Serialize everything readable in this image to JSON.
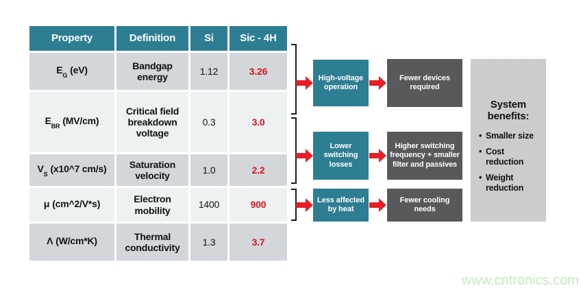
{
  "colors": {
    "teal": "#2e7e93",
    "dark_gray": "#59595b",
    "panel_gray": "#cbcccd",
    "row_gray": "#d3d6da",
    "row_light": "#eef1f1",
    "red_arrow": "#e6202a",
    "red_text": "#d6151c",
    "bracket": "#1a1a1a",
    "watermark": "#c8e7c2"
  },
  "table": {
    "headers": [
      "Property",
      "Definition",
      "Si",
      "Sic - 4H"
    ],
    "rows": [
      {
        "symbol": "E",
        "sub": "G",
        "unit": "(eV)",
        "definition": "Bandgap energy",
        "si": "1.12",
        "sic": "3.26"
      },
      {
        "symbol": "E",
        "sub": "BR",
        "unit": "(MV/cm)",
        "definition": "Critical field breakdown voltage",
        "si": "0.3",
        "sic": "3.0"
      },
      {
        "symbol": "V",
        "sub": "S",
        "unit": "(x10^7 cm/s)",
        "definition": "Saturation velocity",
        "si": "1.0",
        "sic": "2.2"
      },
      {
        "symbol": "μ",
        "sub": "",
        "unit": "(cm^2/V*s)",
        "definition": "Electron mobility",
        "si": "1400",
        "sic": "900"
      },
      {
        "symbol": "Λ",
        "sub": "",
        "unit": "(W/cm*K)",
        "definition": "Thermal conductivity",
        "si": "1.3",
        "sic": "3.7"
      }
    ]
  },
  "flows": [
    {
      "cause": "High-voltage operation",
      "effect": "Fewer devices required"
    },
    {
      "cause": "Lower switching losses",
      "effect": "Higher switching frequency + smaller filter and passives"
    },
    {
      "cause": "Less affected by heat",
      "effect": "Fewer cooling needs"
    }
  ],
  "benefits": {
    "title": "System benefits:",
    "bullet": "•",
    "items": [
      "Smaller size",
      "Cost reduction",
      "Weight reduction"
    ]
  },
  "watermark": "www.cntronics.com"
}
